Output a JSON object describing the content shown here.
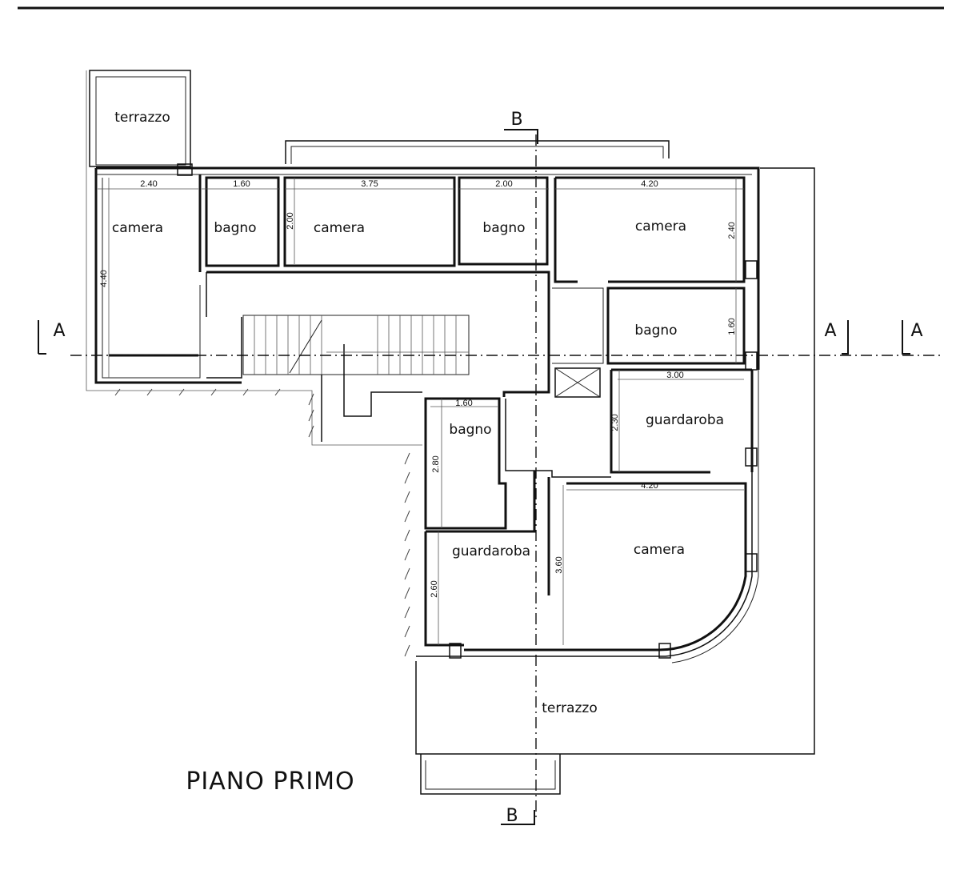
{
  "title": "PIANO PRIMO",
  "section_marks": {
    "a": "A",
    "b": "B"
  },
  "rooms": {
    "terrazzo_top": "terrazzo",
    "camera_1": "camera",
    "bagno_1": "bagno",
    "camera_2": "camera",
    "bagno_2": "bagno",
    "camera_3": "camera",
    "bagno_3": "bagno",
    "guardaroba_1": "guardaroba",
    "bagno_4": "bagno",
    "guardaroba_2": "guardaroba",
    "camera_4": "camera",
    "terrazzo_bottom": "terrazzo"
  },
  "dimensions": {
    "d_240_top": "2.40",
    "d_160_top": "1.60",
    "d_375": "3.75",
    "d_200_top": "2.00",
    "d_420_top": "4.20",
    "d_440": "4.40",
    "d_200_side": "2.00",
    "d_240_side": "2.40",
    "d_160_side": "1.60",
    "d_300": "3.00",
    "d_230": "2.30",
    "d_160_mid": "1.60",
    "d_280": "2.80",
    "d_420_mid": "4.20",
    "d_260": "2.60",
    "d_360": "3.60"
  }
}
